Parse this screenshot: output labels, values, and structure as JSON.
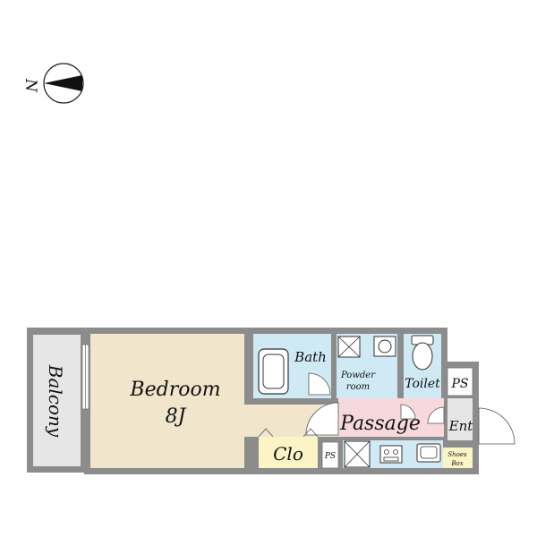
{
  "compass": {
    "north_label": "N"
  },
  "rooms": {
    "balcony": "Balcony",
    "bedroom": "Bedroom",
    "bedroom_size": "8J",
    "bath": "Bath",
    "powder_room_line1": "Powder",
    "powder_room_line2": "room",
    "toilet": "Toilet",
    "ps_upper": "PS",
    "ps_lower": "PS",
    "passage": "Passage",
    "entrance": "Ent",
    "closet": "Clo",
    "shoes_box_line1": "Shoes",
    "shoes_box_line2": "Box"
  },
  "colors": {
    "wall": "#8c8c8c",
    "bedroom_floor": "#f1e6cc",
    "balcony_floor": "#e6e6e6",
    "wet_area": "#cfeaf5",
    "passage_floor": "#f7d9dd",
    "closet_floor": "#fbf5c6"
  }
}
